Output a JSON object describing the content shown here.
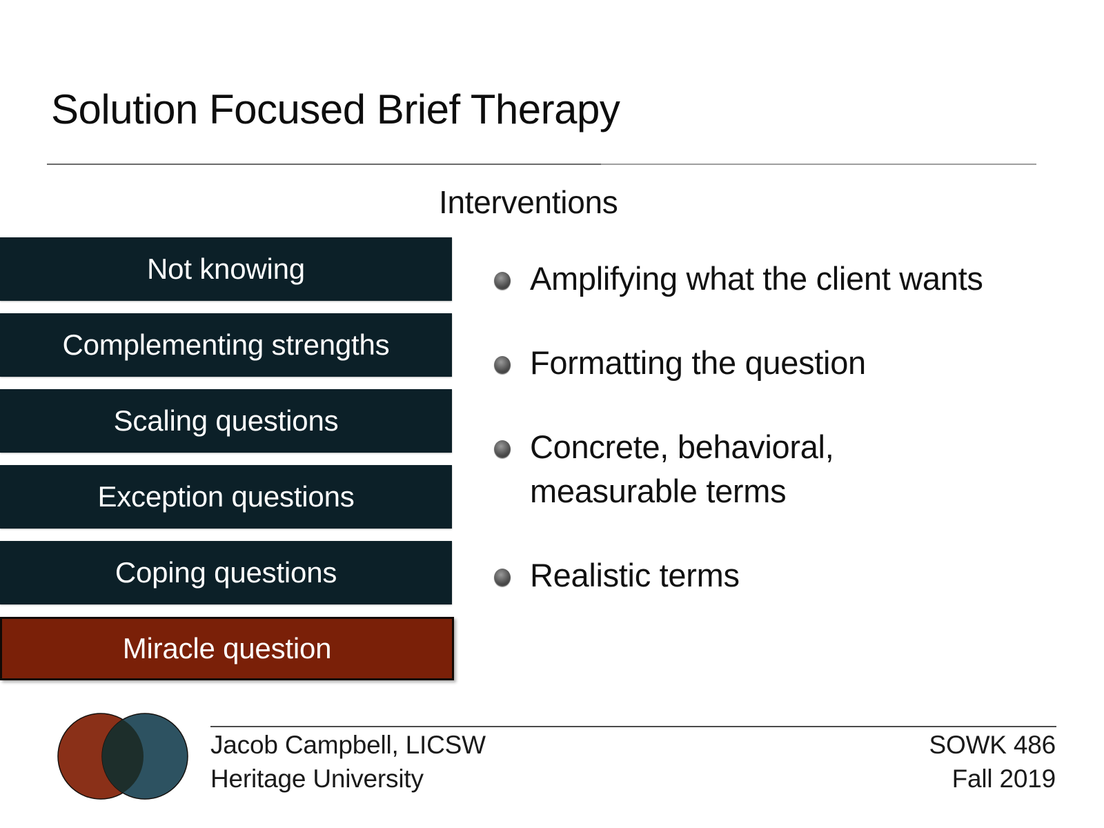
{
  "slide": {
    "title": "Solution Focused Brief Therapy",
    "section_heading": "Interventions"
  },
  "bars": {
    "items": [
      {
        "label": "Not knowing",
        "highlighted": false
      },
      {
        "label": "Complementing strengths",
        "highlighted": false
      },
      {
        "label": "Scaling questions",
        "highlighted": false
      },
      {
        "label": "Exception questions",
        "highlighted": false
      },
      {
        "label": "Coping questions",
        "highlighted": false
      },
      {
        "label": "Miracle question",
        "highlighted": true
      }
    ]
  },
  "bullets": {
    "items": [
      {
        "text": "Amplifying what the client wants",
        "marker": "sphere-bullet-icon"
      },
      {
        "text": "Formatting the question",
        "marker": "sphere-bullet-icon"
      },
      {
        "text": "Concrete, behavioral, measurable terms",
        "marker": "sphere-bullet-icon"
      },
      {
        "text": "Realistic terms",
        "marker": "sphere-bullet-icon"
      }
    ]
  },
  "footer": {
    "presenter": "Jacob Campbell, LICSW",
    "institution": "Heritage University",
    "course": "SOWK 486",
    "term": "Fall 2019",
    "logo_name": "heritage-venn-logo"
  },
  "colors": {
    "bar_dark": "#0c2028",
    "bar_highlight": "#7a2008",
    "bar_text": "#ffffff",
    "body_text": "#111111",
    "rule": "#6b6b6b",
    "logo_red": "#8a3018",
    "logo_teal": "#2d5261",
    "logo_overlap": "#1d2e2b"
  }
}
